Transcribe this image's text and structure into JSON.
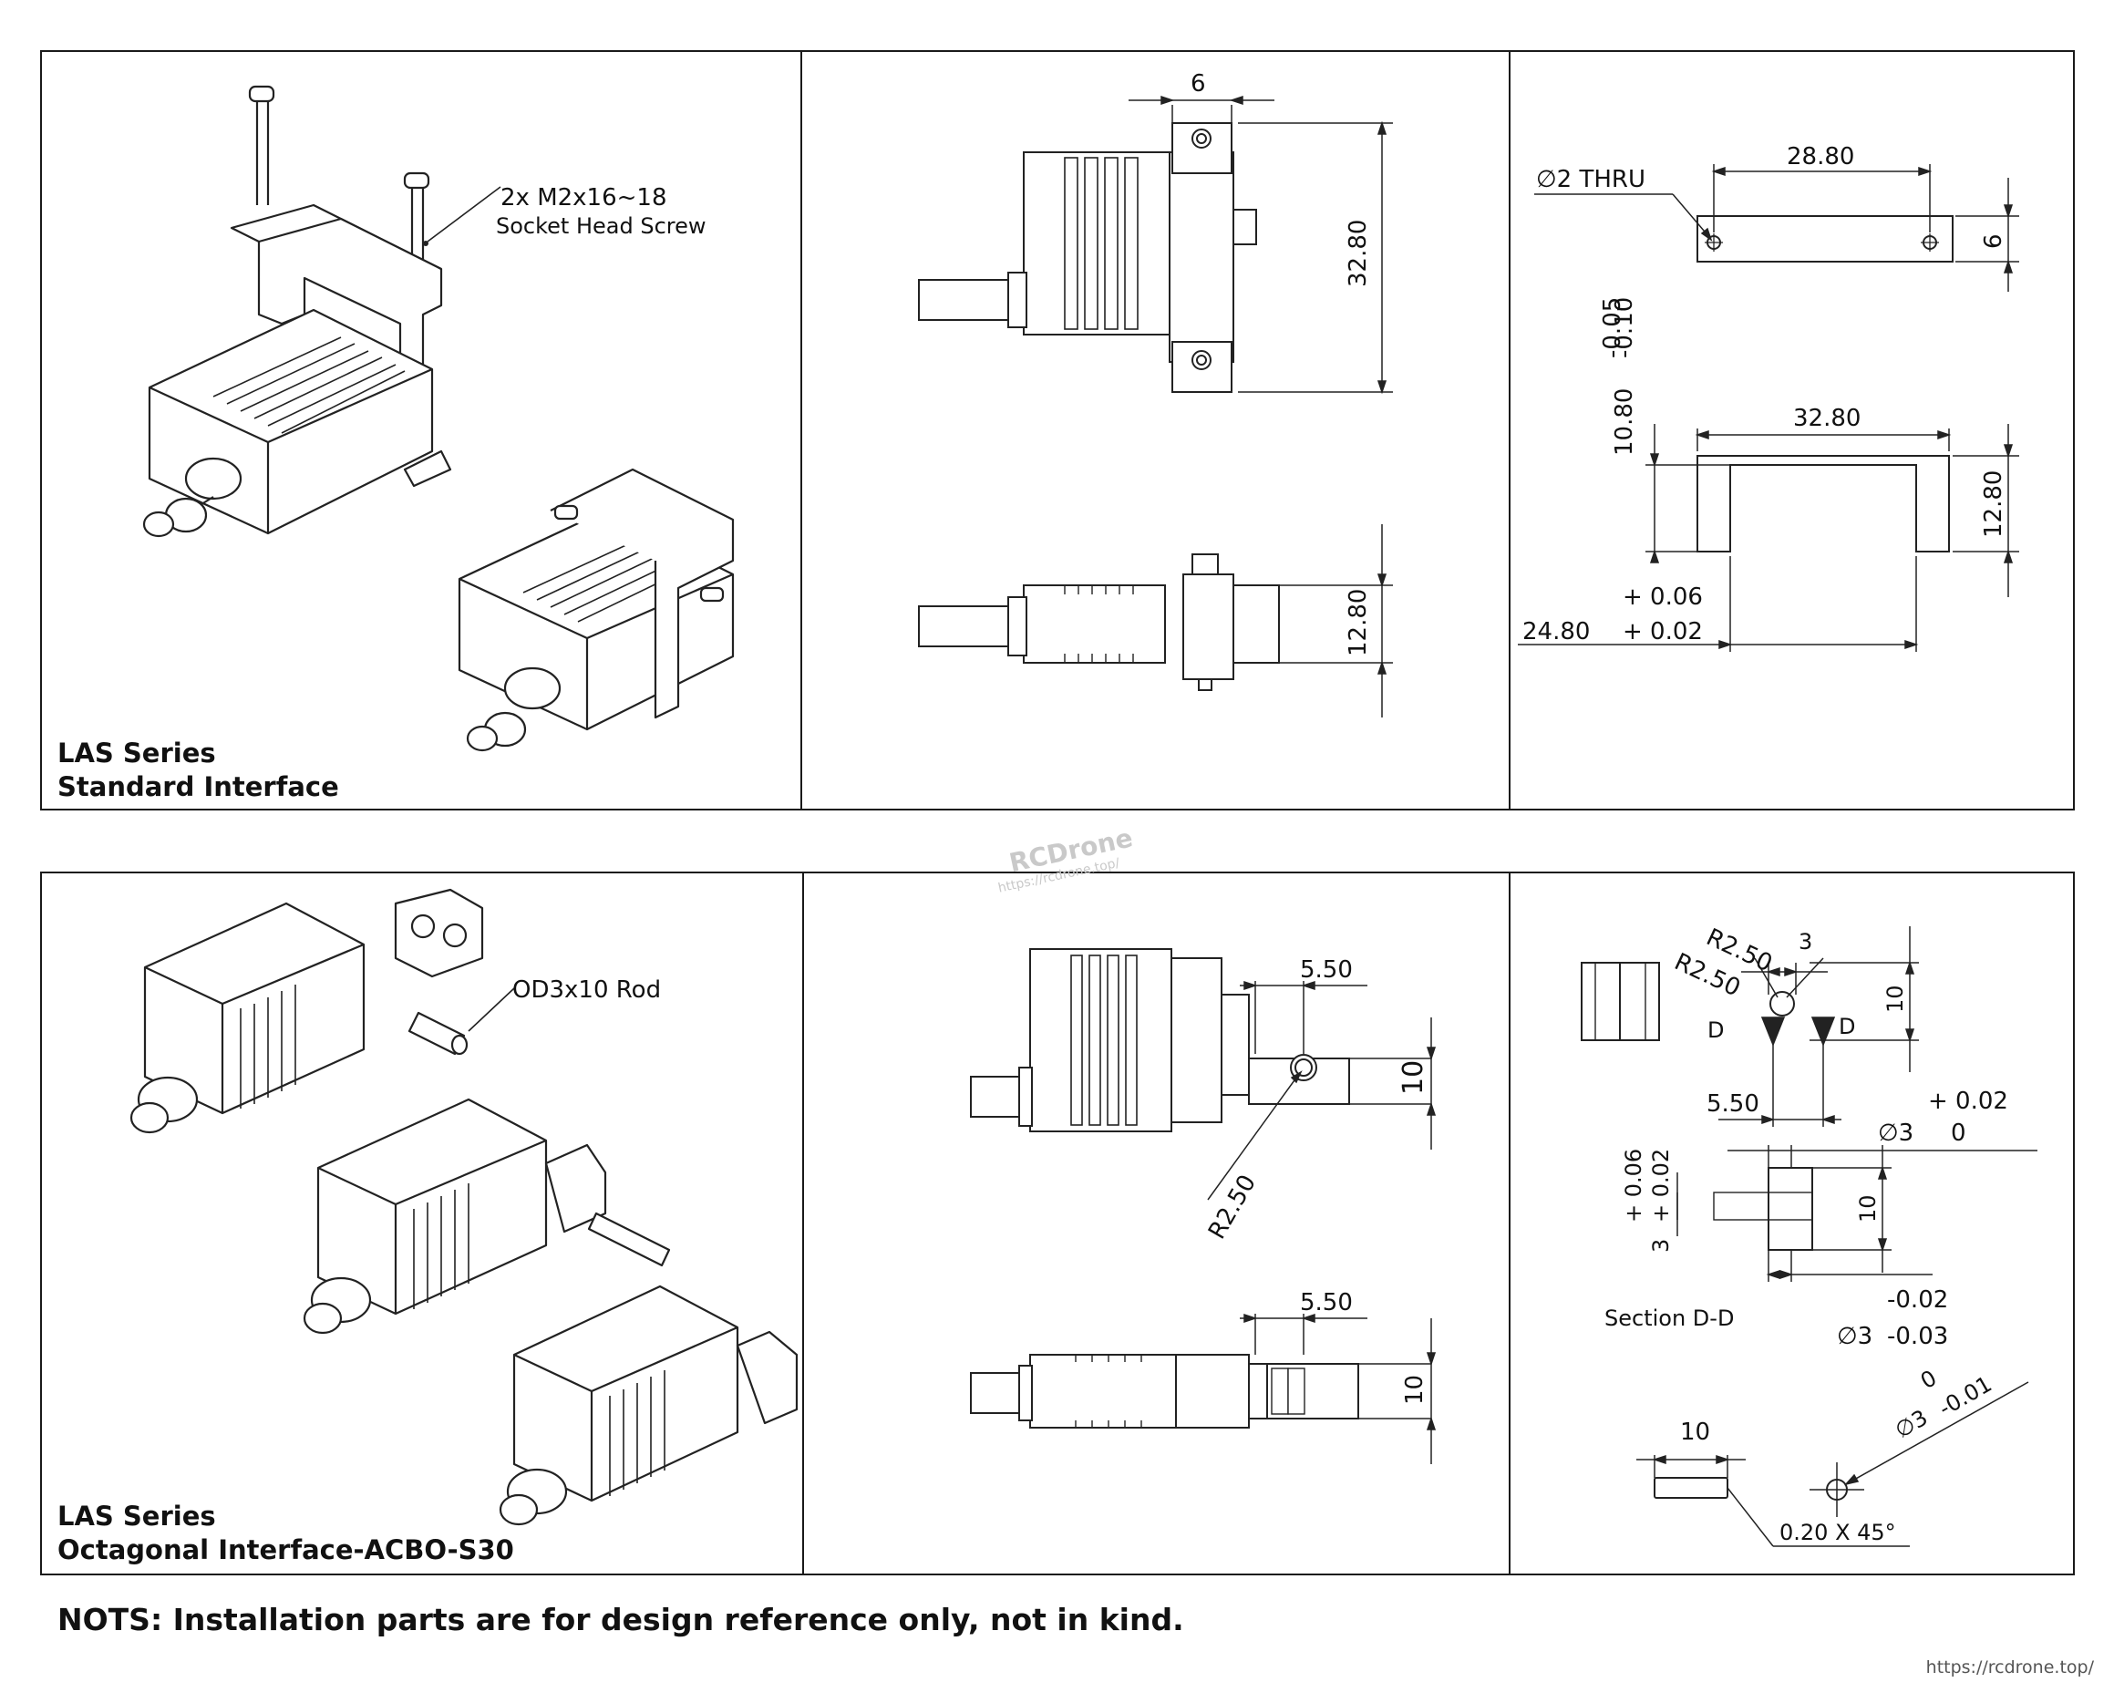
{
  "top_row": {
    "caption_line1": "LAS Series",
    "caption_line2": "Standard Interface",
    "screw_callout_line1": "2x M2x16~18",
    "screw_callout_line2": "Socket Head Screw",
    "dims_mid": {
      "top_width": "6",
      "height": "32.80",
      "side_height": "12.80"
    },
    "dims_right": {
      "hole": "∅2 THRU",
      "hole_span": "28.80",
      "bar_height": "6",
      "tol_a": "-0.05",
      "tol_b": "-0.10",
      "inner_height": "10.80",
      "outer_width": "32.80",
      "outer_height": "12.80",
      "tol_c": "+ 0.06",
      "tol_d": "+ 0.02",
      "inner_width": "24.80"
    }
  },
  "bottom_row": {
    "caption_line1": "LAS Series",
    "caption_line2": "Octagonal Interface-ACBO-S30",
    "rod_callout": "OD3x10 Rod",
    "dims_mid": {
      "offset_top": "5.50",
      "height_top": "10",
      "radius": "R2.50",
      "offset_bottom": "5.50",
      "height_bottom": "10"
    },
    "dims_right": {
      "r1": "R2.50",
      "r2": "R2.50",
      "width_top": "3",
      "height_top": "10",
      "section_mark_left": "D",
      "section_mark_right": "D",
      "offset": "5.50",
      "tol_plus": "+ 0.02",
      "dia_bore": "∅3",
      "tol_zero": "0",
      "tol_v1": "+ 0.06",
      "tol_v2": "+ 0.02",
      "slot": "3",
      "height_section": "10",
      "section_label": "Section D-D",
      "tol_m1": "-0.02",
      "dia_pin": "∅3",
      "tol_m2": "-0.03",
      "rod_length": "10",
      "rod_tol_zero": "0",
      "rod_dia": "∅3",
      "rod_tol": "-0.01",
      "chamfer": "0.20 X 45°"
    }
  },
  "watermark": {
    "brand": "RCDrone",
    "url": "https://rcdrone.top/"
  },
  "footer_note": "NOTS: Installation parts are for design reference only, not in kind.",
  "footer_url": "https://rcdrone.top/"
}
